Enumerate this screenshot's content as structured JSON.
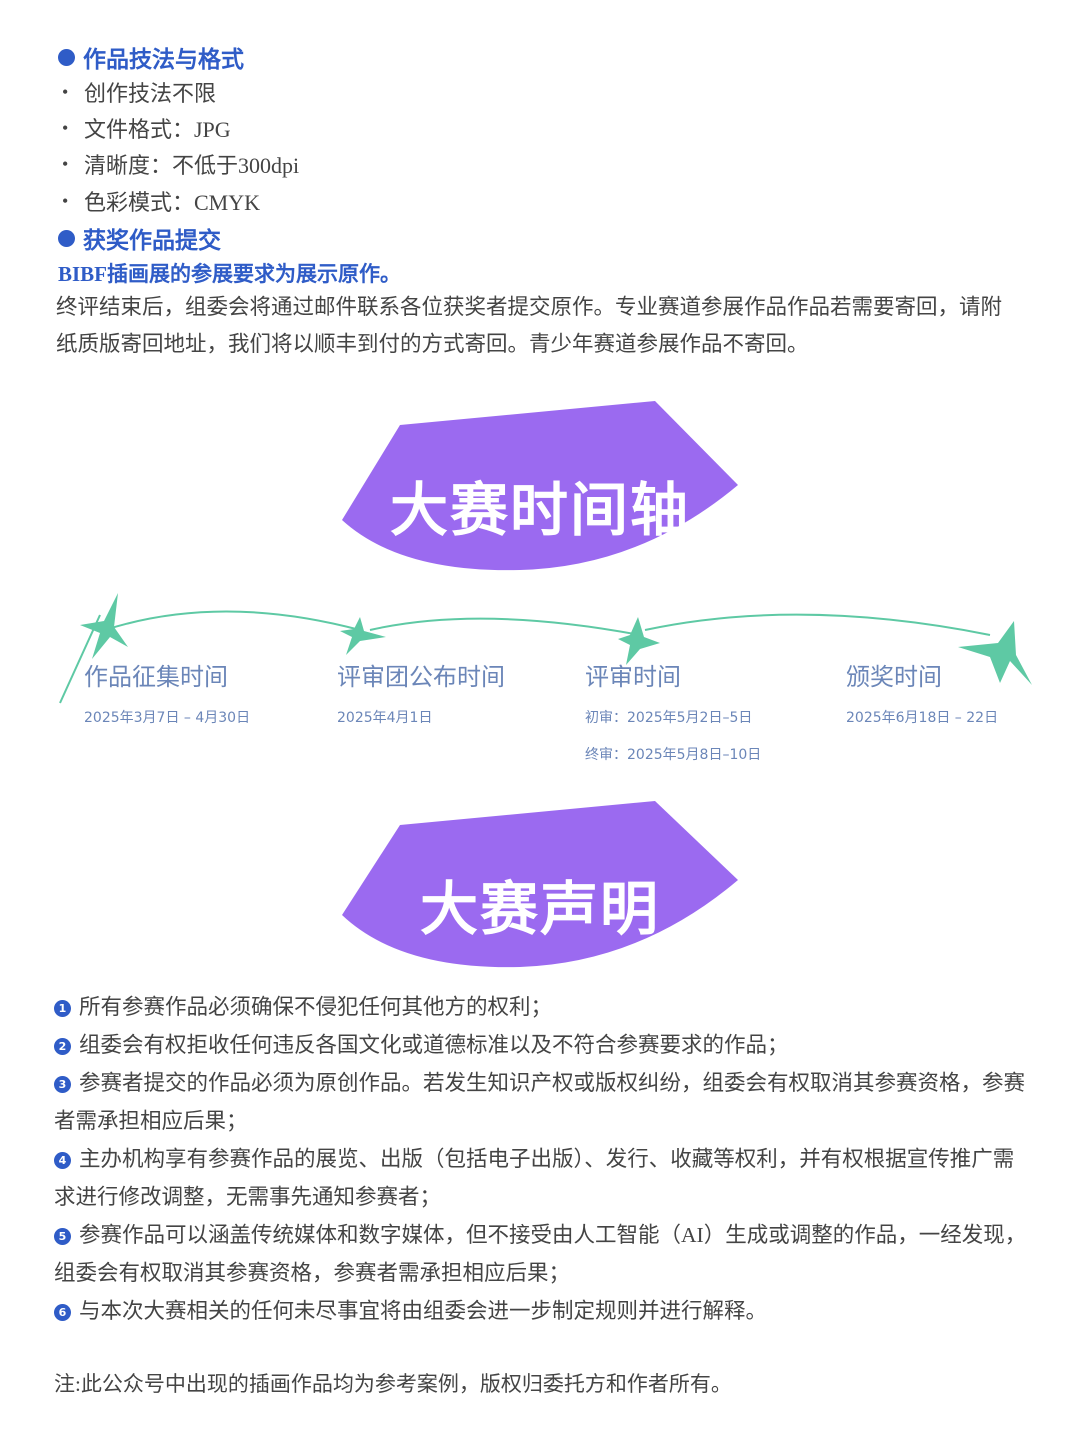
{
  "technique": {
    "heading": "作品技法与格式",
    "items": [
      "创作技法不限",
      "文件格式：JPG",
      "清晰度：不低于300dpi",
      "色彩模式：CMYK"
    ]
  },
  "submission": {
    "heading": "获奖作品提交",
    "highlight": "BIBF插画展的参展要求为展示原作。",
    "paragraph": "终评结束后，组委会将通过邮件联系各位获奖者提交原作。专业赛道参展作品作品若需要寄回，请附纸质版寄回地址，我们将以顺丰到付的方式寄回。青少年赛道参展作品不寄回。"
  },
  "timeline": {
    "banner": "大赛时间轴",
    "stages": [
      {
        "title": "作品征集时间",
        "dates": [
          "2025年3月7日 – 4月30日"
        ]
      },
      {
        "title": "评审团公布时间",
        "dates": [
          "2025年4月1日"
        ]
      },
      {
        "title": "评审时间",
        "dates": [
          "初审：2025年5月2日–5日",
          "终审：2025年5月8日–10日"
        ]
      },
      {
        "title": "颁奖时间",
        "dates": [
          "2025年6月18日 – 22日"
        ]
      }
    ]
  },
  "statement": {
    "banner": "大赛声明",
    "items": [
      {
        "num": "1",
        "text": "所有参赛作品必须确保不侵犯任何其他方的权利；"
      },
      {
        "num": "2",
        "text": "组委会有权拒收任何违反各国文化或道德标准以及不符合参赛要求的作品；"
      },
      {
        "num": "3",
        "text": "参赛者提交的作品必须为原创作品。若发生知识产权或版权纠纷，组委会有权取消其参赛资格，参赛者需承担相应后果；"
      },
      {
        "num": "4",
        "text": "主办机构享有参赛作品的展览、出版（包括电子出版）、发行、收藏等权利，并有权根据宣传推广需求进行修改调整，无需事先通知参赛者；"
      },
      {
        "num": "5",
        "text": "参赛作品可以涵盖传统媒体和数字媒体，但不接受由人工智能（AI）生成或调整的作品，一经发现，组委会有权取消其参赛资格，参赛者需承担相应后果；"
      },
      {
        "num": "6",
        "text": "与本次大赛相关的任何未尽事宜将由组委会进一步制定规则并进行解释。"
      }
    ]
  },
  "note": "注:此公众号中出现的插画作品均为参考案例，版权归委托方和作者所有。",
  "colors": {
    "accent": "#2f5cc7",
    "banner": "#9b6af0",
    "star": "#5ec9a4",
    "timeline_text": "#6b86b8"
  }
}
